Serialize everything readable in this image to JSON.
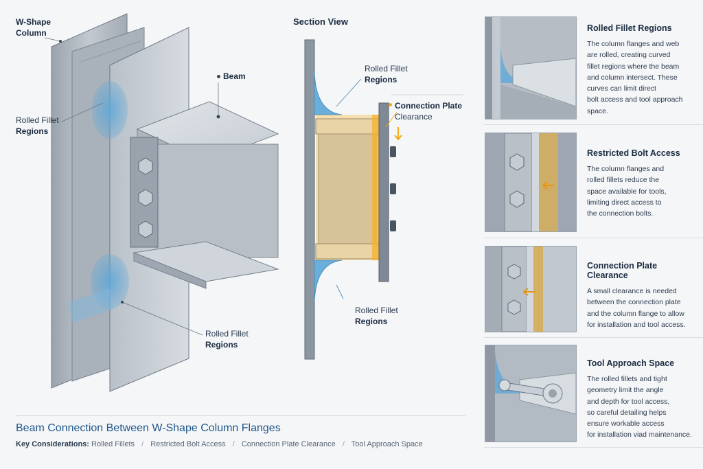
{
  "main": {
    "column_label_line1": "W-Shape",
    "column_label_line2": "Column",
    "beam_label": "Beam",
    "fillet_left_line1": "Rolled Fillet",
    "fillet_left_line2": "Regions",
    "fillet_bottom_line1": "Rolled Fillet",
    "fillet_bottom_line2": "Regions"
  },
  "section": {
    "title": "Section View",
    "fillet_top_line1": "Rolled Fillet",
    "fillet_top_line2": "Regions",
    "clearance_line1": "Connection Plate",
    "clearance_line2": "Clearance",
    "fillet_bottom_line1": "Rolled Fillet",
    "fillet_bottom_line2": "Regions"
  },
  "panels": [
    {
      "title": "Rolled Fillet Regions",
      "lines": [
        "The column flanges and web",
        "are rolled, creating curved",
        "fillet regions where the beam",
        "and column intersect. These",
        "curves can limit direct",
        "bolt access and tool approach",
        "space."
      ]
    },
    {
      "title": "Restricted Bolt Access",
      "lines": [
        "The column flanges and",
        "rolled fillets reduce the",
        "space available for tools,",
        "limiting direct access to",
        "the connection bolts."
      ]
    },
    {
      "title": "Connection Plate Clearance",
      "lines": [
        "A small clearance is needed",
        "between the connection plate",
        "and the column flange to allow",
        "for installation and tool access."
      ]
    },
    {
      "title": "Tool Approach Space",
      "lines": [
        "The rolled fillets and tight",
        "geometry limit the angle",
        "and depth for tool access,",
        "so careful detailing helps",
        "ensure workable access",
        "for installation viad maintenance."
      ]
    }
  ],
  "footer": {
    "title": "Beam Connection Between W-Shape Column Flanges",
    "keys_label": "Key Considerations:",
    "items": [
      "Rolled Fillets",
      "Restricted Bolt Access",
      "Connection Plate Clearance",
      "Tool Approach Space"
    ],
    "separator": "/"
  },
  "colors": {
    "steel_light": "#d3d8de",
    "steel_mid": "#aab2bb",
    "steel_dark": "#7d8793",
    "fillet_blue": "#5fa8d8",
    "clearance_orange": "#f5b22a",
    "title_blue": "#20588c"
  }
}
